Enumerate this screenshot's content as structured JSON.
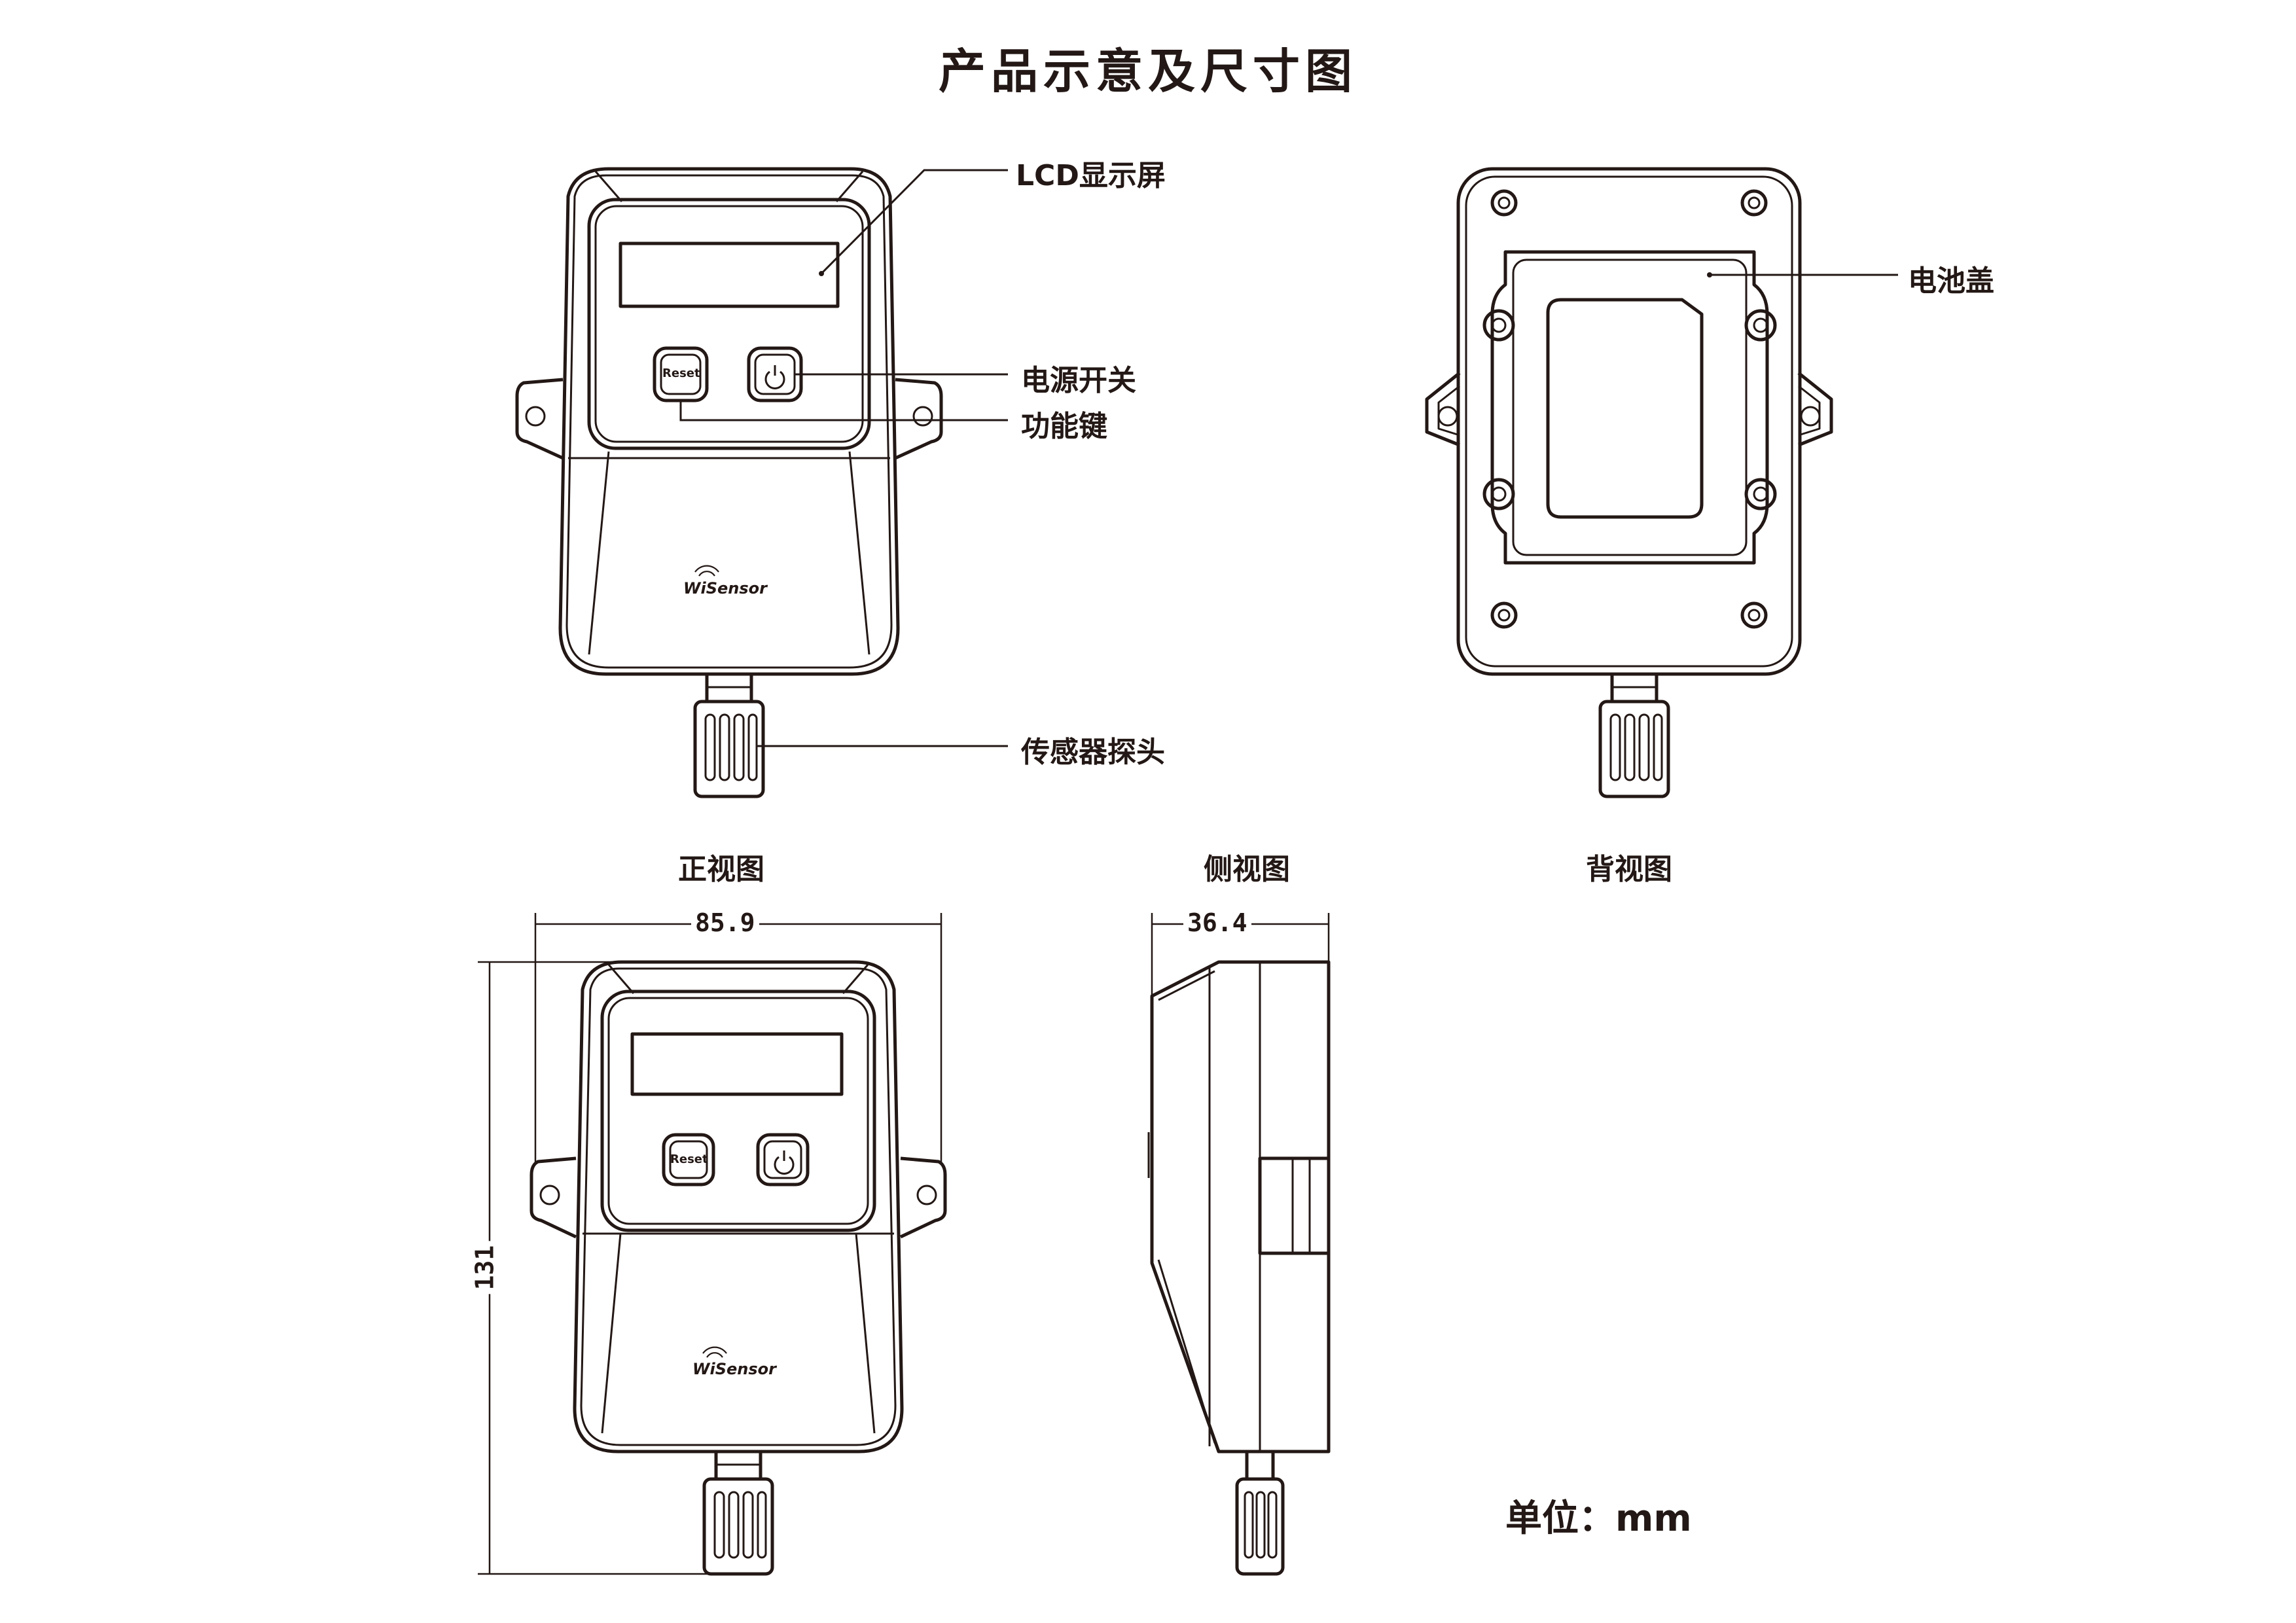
{
  "title": "产品示意及尺寸图",
  "labels": {
    "lcd": "LCD显示屏",
    "power": "电源开关",
    "function_key": "功能键",
    "probe": "传感器探头",
    "battery_cover": "电池盖"
  },
  "views": {
    "front": "正视图",
    "side": "侧视图",
    "back": "背视图"
  },
  "device": {
    "reset_label": "Reset",
    "brand": "WiSensor"
  },
  "dimensions": {
    "width": "85.9",
    "depth": "36.4",
    "height": "131"
  },
  "unit": "单位：mm"
}
